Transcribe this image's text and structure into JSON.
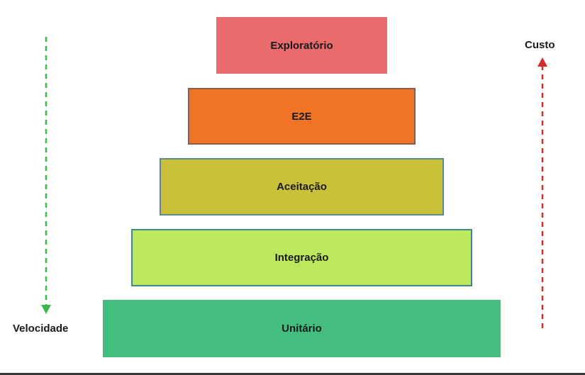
{
  "pyramid": {
    "layers": [
      {
        "label": "Exploratório",
        "color": "#ea6b6b"
      },
      {
        "label": "E2E",
        "color": "#ef7425"
      },
      {
        "label": "Aceitação",
        "color": "#cac03a"
      },
      {
        "label": "Integração",
        "color": "#bde85d"
      },
      {
        "label": "Unitário",
        "color": "#43be80"
      }
    ]
  },
  "axes": {
    "velocidade": {
      "label": "Velocidade",
      "color": "#3cb54a",
      "direction": "down"
    },
    "custo": {
      "label": "Custo",
      "color": "#d62b2b",
      "direction": "up"
    }
  }
}
